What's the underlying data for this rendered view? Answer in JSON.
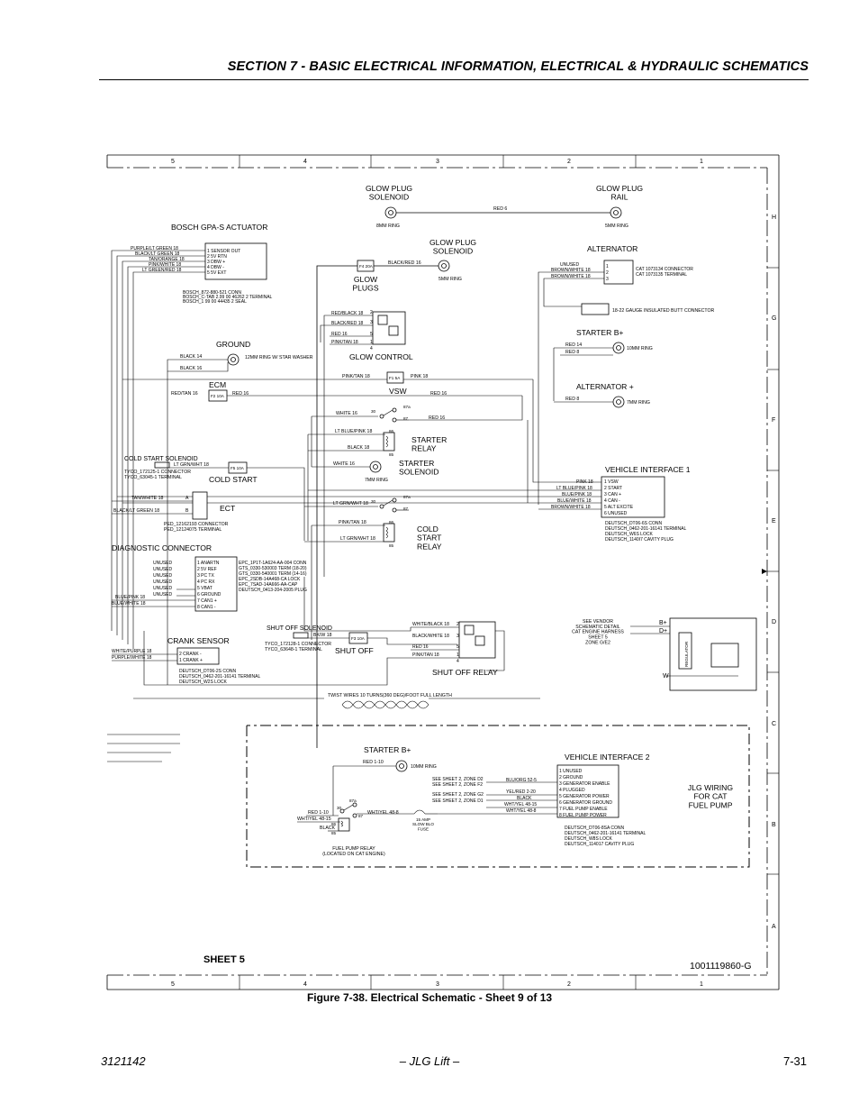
{
  "header": {
    "title": "SECTION 7 - BASIC ELECTRICAL INFORMATION, ELECTRICAL & HYDRAULIC SCHEMATICS"
  },
  "figure": {
    "caption": "Figure 7-38.  Electrical Schematic - Sheet 9 of 13"
  },
  "footer": {
    "doc_number": "3121142",
    "center": "– JLG Lift –",
    "page": "7-31"
  },
  "diagram": {
    "zones_top": [
      "5",
      "4",
      "3",
      "2",
      "1"
    ],
    "zones_side": [
      "H",
      "G",
      "F",
      "E",
      "D",
      "C",
      "B",
      "A"
    ],
    "sheet_label": "SHEET 5",
    "drawing_number": "1001119860-G",
    "components": {
      "glow_plug_solenoid_top": "GLOW PLUG\nSOLENOID",
      "glow_plug_rail": "GLOW PLUG\nRAIL",
      "ring_8mm": "8MM RING",
      "ring_5mm": "5MM RING",
      "red6_top": "RED 6",
      "bosch_actuator": "BOSCH GPA-S ACTUATOR",
      "bosch_wires": [
        "PURPLE/LT GREEN 18",
        "BLACK/LT GREEN 18",
        "TAN/ORANGE 18",
        "PINK/WHITE 18",
        "LT GREEN/RED 18"
      ],
      "bosch_pins": [
        "1 SENSOR OUT",
        "2 5V RTN",
        "3 DBW +",
        "4 DBW -",
        "5 5V EXT"
      ],
      "bosch_notes": [
        "BOSCH_872-880-521 CONN",
        "BOSCH_C-TAB 2.99 00 46262 2 TERMINAL",
        "BOSCH_1 99 00 44435 2 SEAL"
      ],
      "glow_plug_solenoid_mid": "GLOW PLUG\nSOLENOID",
      "glow_plugs": "GLOW\nPLUGS",
      "black_red_16": "BLACK/RED 16",
      "alternator": "ALTERNATOR",
      "alt_wires": [
        "UNUSED",
        "BROWN/WHITE 18",
        "BROWN/WHITE 18"
      ],
      "alt_conn": [
        "CAT 1073134 CONNECTOR",
        "CAT 1073135 TERMINAL"
      ],
      "butt_connector": "18-22 GAUGE INSULATED BUTT CONNECTOR",
      "gc_wires": [
        "RED/BLACK 18",
        "BLACK/RED 18",
        "RED 16",
        "PINK/TAN 18"
      ],
      "gc_pins": [
        "2",
        "3",
        "5",
        "1",
        "4"
      ],
      "glow_control": "GLOW CONTROL",
      "starter_bplus": "STARTER B+",
      "red14": "RED 14",
      "red8": "RED 8",
      "ring_10mm": "10MM RING",
      "ground": "GROUND",
      "black14": "BLACK 14",
      "black16": "BLACK 16",
      "ground_ring": "12MM RING W/\nSTAR WASHER",
      "pink_tan_18": "PINK/TAN 18",
      "pink_18": "PINK 18",
      "f1": "F1\n5A",
      "vsw": "VSW",
      "ecm": "ECM",
      "red_tan_16": "RED/TAN 16",
      "red16": "RED 16",
      "f2": "F2\n10A",
      "alternator_plus": "ALTERNATOR +",
      "ring_7mm": "7MM RING",
      "red8b": "RED 8",
      "white16": "WHITE 16",
      "relay_terms": [
        "30",
        "87a",
        "87",
        "86",
        "85"
      ],
      "starter_relay": "STARTER\nRELAY",
      "lt_blue_pink": "LT BLUE/PINK 18",
      "black18": "BLACK 18",
      "starter_solenoid": "STARTER\nSOLENOID",
      "white_16b": "WHITE 16",
      "ring_7mm_b": "7MM RING",
      "vehicle_interface_1": "VEHICLE INTERFACE 1",
      "vi1_wires": [
        "PINK 18",
        "LT BLUE/PINK 18",
        "BLUE/PINK 18",
        "BLUE/WHITE 18",
        "BROWN/WHITE 18"
      ],
      "vi1_pins": [
        "1 VSW",
        "2 START",
        "3 CAN +",
        "4 CAN -",
        "5 ALT EXCITE",
        "6 UNUSED"
      ],
      "vi1_notes": [
        "DEUTSCH_DT06-6S CONN",
        "DEUTSCH_0462-201-16141 TERMINAL",
        "DEUTSCH_W6S LOCK",
        "DEUTSCH_1140I7 CAVITY PLUG"
      ],
      "cold_start_solenoid": "COLD START SOLENOID",
      "lt_grn_wht_18": "LT GRN/WHT 18",
      "f5": "F5\n10A",
      "cold_start": "COLD START",
      "tyco_notes": [
        "TYCO_172125-1 CONNECTOR",
        "TYCO_63045-1 TERMINAL"
      ],
      "ect": "ECT",
      "ect_wires": [
        "TAN/WHITE 18",
        "BLACK/LT GREEN 18"
      ],
      "ect_pins": [
        "A",
        "B"
      ],
      "ect_notes": [
        "PED_12162193 CONNECTOR",
        "PED_12124075 TERMINAL"
      ],
      "cold_start_relay": "COLD\nSTART\nRELAY",
      "lt_grn_wht_18b": "LT GRN/WHT 18",
      "pink_tan_18b": "PINK/TAN 18",
      "lt_grn_wht_18c": "LT GRN/WHT 18",
      "diagnostic_connector": "DIAGNOSTIC CONNECTOR",
      "diag_wires": [
        "UNUSED",
        "UNUSED",
        "UNUSED",
        "UNUSED",
        "UNUSED",
        "UNUSED",
        "BLUE/PINK 18",
        "BLUE/WHITE 18"
      ],
      "diag_pins": [
        "1 ANARTN",
        "2 5V REF",
        "3 PC TX",
        "4 PC RX",
        "5 VBAT",
        "6 GROUND",
        "7 CAN1 +",
        "8 CAN1 -"
      ],
      "diag_notes": [
        "EPC_1P1T-1A624-AA-004 CONN",
        "GTS_0330-530003 TERM (18-20)",
        "GTS_0330-540001 TERM (14-16)",
        "EPC_2SDB-14A468-CA LOCK",
        "EPC_7SAD-14A666-AA-CAP",
        "DEUTSCH_0413-204-2005 PLUG"
      ],
      "shut_off_solenoid": "SHUT OFF SOLENOID",
      "bk_w_18": "BK/W 18",
      "f3": "F3\n10A",
      "shut_off": "SHUT OFF",
      "so_notes": [
        "TYCO_172128-1 CONNECTOR",
        "TYCO_63648-1 TERMINAL"
      ],
      "so_wires": [
        "WHITE/BLACK 18",
        "BLACK/WHITE 18",
        "RED 16",
        "PINK/TAN 18"
      ],
      "so_pins": [
        "2",
        "3",
        "5",
        "1",
        "4"
      ],
      "shut_off_relay": "SHUT OFF RELAY",
      "crank_sensor": "CRANK SENSOR",
      "crank_wires": [
        "WHITE/PURPLE 18",
        "PURPLE/WHITE 18"
      ],
      "crank_pins": [
        "2 CRANK -",
        "1 CRANK +"
      ],
      "crank_notes": [
        "DEUTSCH_DT06-2S CONN",
        "DEUTSCH_0462-201-16141 TERMINAL",
        "DEUTSCH_W2S LOCK"
      ],
      "see_vendor": "SEE VENDOR\nSCHEMATIC DETAIL\nCAT ENGINE HARNESS\nSHEET 5\nZONE G/E2",
      "bplus": "B+",
      "dplus": "D+",
      "w": "W",
      "regulator": "REGULATOR",
      "twist_note": "TWIST WIRES 10 TURNS(360 DEG)/FOOT FULL LENGTH",
      "starter_bplus_2": "STARTER B+",
      "red_1_10": "RED 1-10",
      "ring_10mm_b": "10MM RING",
      "vehicle_interface_2": "VEHICLE INTERFACE 2",
      "vi2_refs": [
        "SEE SHEET 2, ZONE D2",
        "SEE SHEET 2, ZONE F2",
        "SEE SHEET 2, ZONE G2",
        "SEE SHEET 2, ZONE D1"
      ],
      "vi2_wires": [
        "BLU/ORG 52-5",
        "YEL/RED 2-20",
        "BLACK",
        "WHT/YEL 48-15",
        "WHT/YEL 48-8"
      ],
      "vi2_pins": [
        "1 UNUSED",
        "2 GROUND",
        "3 GENERATOR ENABLE",
        "4 PLUGGED",
        "5 GENERATOR POWER",
        "6 GENERATOR GROUND",
        "7 FUEL PUMP ENABLE",
        "8 FUEL PUMP POWER"
      ],
      "vi2_notes": [
        "DEUTSCH_DT06-8SA CONN",
        "DEUTSCH_0462-201-16141 TERMINAL",
        "DEUTSCH_W8S LOCK",
        "DEUTSCH_114017 CAVITY PLUG"
      ],
      "jlg_wiring": "JLG WIRING\nFOR CAT\nFUEL PUMP",
      "fp_wires": [
        "RED 1-10",
        "WHT/YEL 48-15",
        "BLACK",
        "WHT/YEL 48-8"
      ],
      "fp_fuse": "15 AMP\nSLOW BLO\nFUSE",
      "fuel_pump_relay": "FUEL PUMP RELAY\n(LOCATED ON CAT ENGINE)"
    }
  }
}
